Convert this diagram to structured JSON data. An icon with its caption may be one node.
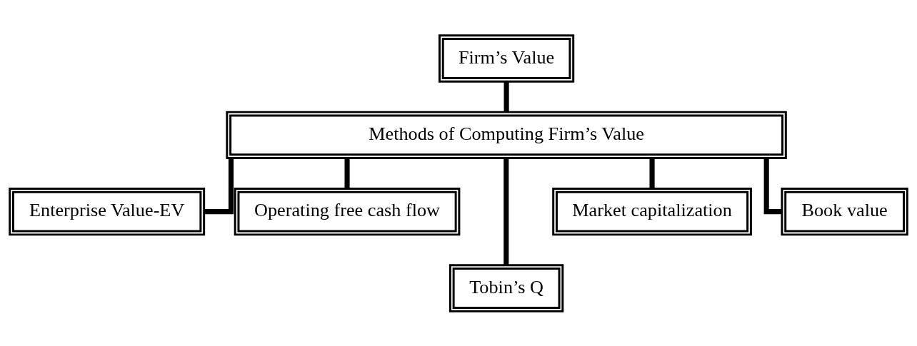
{
  "diagram": {
    "nodes": [
      {
        "text": [
          "Firm’s Value"
        ]
      },
      {
        "text": [
          "Methods of Computing Firm’s Value"
        ]
      },
      {
        "text": [
          "Enterprise Value-EV"
        ]
      },
      {
        "text": [
          "Operating free cash flow"
        ]
      },
      {
        "text": [
          "Tobin’s Q"
        ]
      },
      {
        "text": [
          "Market capitalization"
        ]
      },
      {
        "text": [
          "Book value"
        ]
      }
    ],
    "edges": [
      {
        "from": 0,
        "to": 1,
        "arrow": "none"
      },
      {
        "from": 1,
        "to": 2,
        "arrow": "none"
      },
      {
        "from": 1,
        "to": 3,
        "arrow": "none"
      },
      {
        "from": 1,
        "to": 4,
        "arrow": "none"
      },
      {
        "from": 1,
        "to": 5,
        "arrow": "none"
      },
      {
        "from": 1,
        "to": 6,
        "arrow": "none"
      }
    ]
  }
}
